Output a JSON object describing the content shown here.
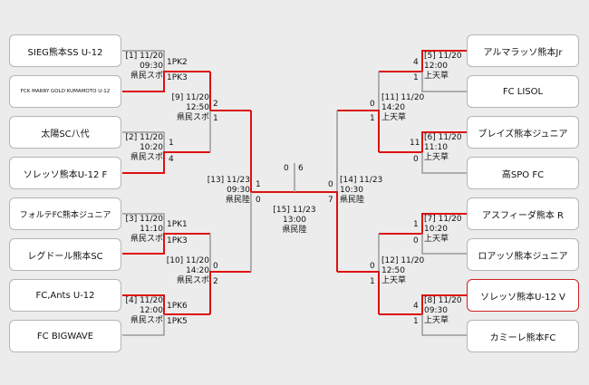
{
  "teams": {
    "t1": "SIEG熊本SS U-12",
    "t2": "FCK MARRY GOLD KUMAMOTO U-12",
    "t3": "太陽SC八代",
    "t4": "ソレッソ熊本U-12 F",
    "t5": "フォルテFC熊本ジュニア",
    "t6": "レグドール熊本SC",
    "t7": "FC,Ants U-12",
    "t8": "FC BIGWAVE",
    "t9": "アルマラッソ熊本Jr",
    "t10": "FC LISOL",
    "t11": "ブレイズ熊本ジュニア",
    "t12": "高SPO FC",
    "t13": "アスフィーダ熊本 R",
    "t14": "ロアッソ熊本ジュニア",
    "t15": "ソレッソ熊本U-12 V",
    "t16": "カミーレ熊本FC"
  },
  "matches": {
    "m1": {
      "no": "[1] 11/20",
      "time": "09:30",
      "venue": "県民スポ"
    },
    "m2": {
      "no": "[2] 11/20",
      "time": "10:20",
      "venue": "県民スポ"
    },
    "m3": {
      "no": "[3] 11/20",
      "time": "11:10",
      "venue": "県民スポ"
    },
    "m4": {
      "no": "[4] 11/20",
      "time": "12:00",
      "venue": "県民スポ"
    },
    "m5": {
      "no": "[5] 11/20",
      "time": "12:00",
      "venue": "上天草"
    },
    "m6": {
      "no": "[6] 11/20",
      "time": "11:10",
      "venue": "上天草"
    },
    "m7": {
      "no": "[7] 11/20",
      "time": "10:20",
      "venue": "上天草"
    },
    "m8": {
      "no": "[8] 11/20",
      "time": "09:30",
      "venue": "上天草"
    },
    "m9": {
      "no": "[9] 11/20",
      "time": "12:50",
      "venue": "県民スポ"
    },
    "m10": {
      "no": "[10] 11/20",
      "time": "14:20",
      "venue": "県民スポ"
    },
    "m11": {
      "no": "[11] 11/20",
      "time": "14:20",
      "venue": "上天草"
    },
    "m12": {
      "no": "[12] 11/20",
      "time": "12:50",
      "venue": "上天草"
    },
    "m13": {
      "no": "[13] 11/23",
      "time": "09:30",
      "venue": "県民陸"
    },
    "m14": {
      "no": "[14] 11/23",
      "time": "10:30",
      "venue": "県民陸"
    },
    "m15": {
      "no": "[15] 11/23",
      "time": "13:00",
      "venue": "県民陸"
    }
  },
  "scores": {
    "s1a": "1PK2",
    "s1b": "1PK3",
    "s2a": "1",
    "s2b": "4",
    "s3a": "1PK1",
    "s3b": "1PK3",
    "s4a": "1PK6",
    "s4b": "1PK5",
    "s9a": "2",
    "s9b": "1",
    "s10a": "0",
    "s10b": "2",
    "s13a": "1",
    "s13b": "0",
    "s5a": "4",
    "s5b": "1",
    "s6a": "11",
    "s6b": "0",
    "s7a": "1",
    "s7b": "0",
    "s8a": "4",
    "s8b": "1",
    "s11a": "0",
    "s11b": "1",
    "s12a": "0",
    "s12b": "1",
    "s14a": "0",
    "s14b": "7",
    "s15a": "0",
    "s15b": "6"
  },
  "colors": {
    "winner_line": "#dd1111",
    "loser_line": "#999999",
    "background": "#ececec"
  }
}
